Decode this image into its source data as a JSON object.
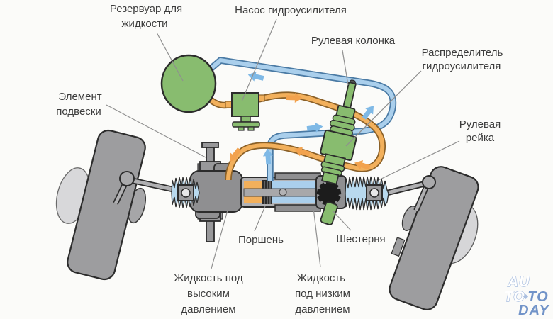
{
  "labels": {
    "reservoir": {
      "lines": [
        "Резервуар для",
        "жидкости"
      ]
    },
    "pump": {
      "lines": [
        "Насос гидроусилителя"
      ]
    },
    "steering_column": {
      "lines": [
        "Рулевая колонка"
      ]
    },
    "distributor": {
      "lines": [
        "Распределитель",
        "гидроусилителя"
      ]
    },
    "suspension": {
      "lines": [
        "Элемент",
        "подвески"
      ]
    },
    "steering_rack": {
      "lines": [
        "Рулевая",
        "рейка"
      ]
    },
    "piston": {
      "lines": [
        "Поршень"
      ]
    },
    "pinion_gear": {
      "lines": [
        "Шестерня"
      ]
    },
    "high_pressure_fluid": {
      "lines": [
        "Жидкость под",
        "высоким",
        "давлением"
      ]
    },
    "low_pressure_fluid": {
      "lines": [
        "Жидкость",
        "под низким",
        "давлением"
      ]
    }
  },
  "watermark": {
    "line1": "AU",
    "line2_left": "TO",
    "line2_right": "TO",
    "line3": "DAY"
  },
  "flow_arrows": {
    "blue_return_line": [
      "left",
      "up",
      "right",
      "up-right"
    ],
    "orange_pressure_line": [
      "right",
      "down-left",
      "left",
      "left"
    ]
  },
  "colors": {
    "component_green": "#88bc6f",
    "high_pressure_orange": "#f2b05c",
    "low_pressure_blue": "#aacfec",
    "arrow_blue": "#7fb9e6",
    "arrow_orange": "#f2a24e",
    "metal_gray": "#9d9d9f",
    "watermark_blue": "#7193c8",
    "label_text": "#3c3c3c"
  }
}
